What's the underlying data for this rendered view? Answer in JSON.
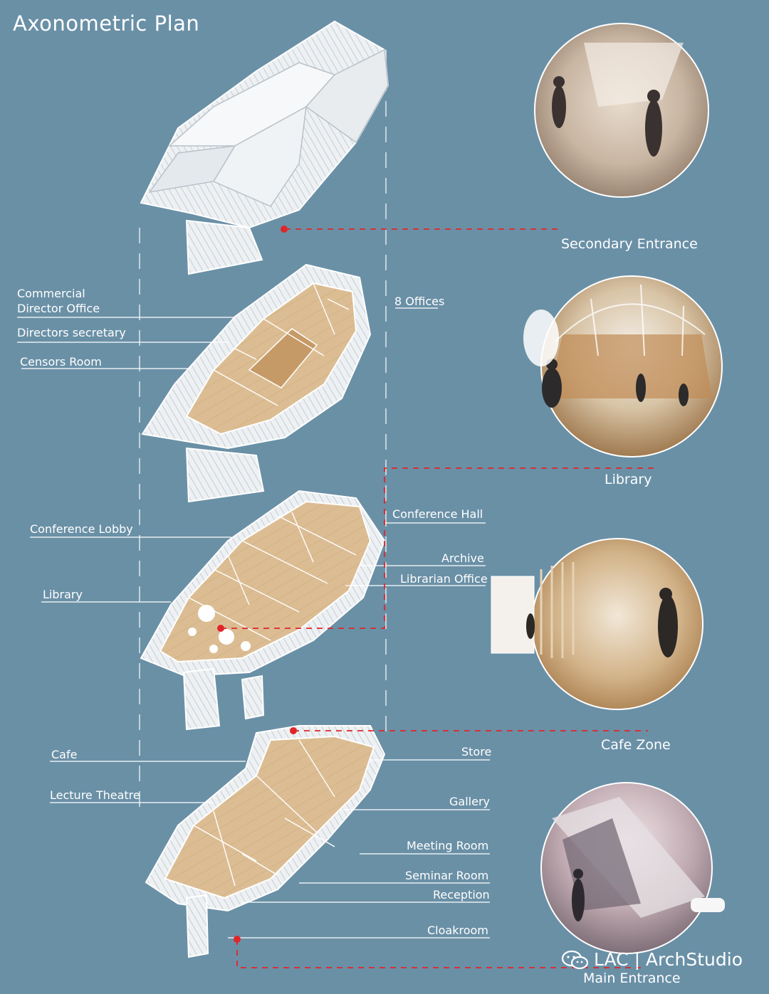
{
  "title": "Axonometric Plan",
  "colors": {
    "background": "#6a90a6",
    "accent": "#e0262a",
    "floor": "#d9b98f",
    "roof": "#eef1f3"
  },
  "labels_left": [
    "Commercial Director Office",
    "Directors secretary",
    "Censors Room",
    "Conference Lobby",
    "Library",
    "Cafe",
    "Lecture Theatre"
  ],
  "labels_right": [
    "8 Offices",
    "Conference Hall",
    "Archive",
    "Librarian Office",
    "Store",
    "Gallery",
    "Meeting Room",
    "Seminar Room",
    "Reception",
    "Cloakroom"
  ],
  "views": [
    "Secondary Entrance",
    "Library",
    "Cafe Zone",
    "Main Entrance"
  ],
  "watermark": "LAC | ArchStudio",
  "icons": [
    "wechat-icon"
  ]
}
